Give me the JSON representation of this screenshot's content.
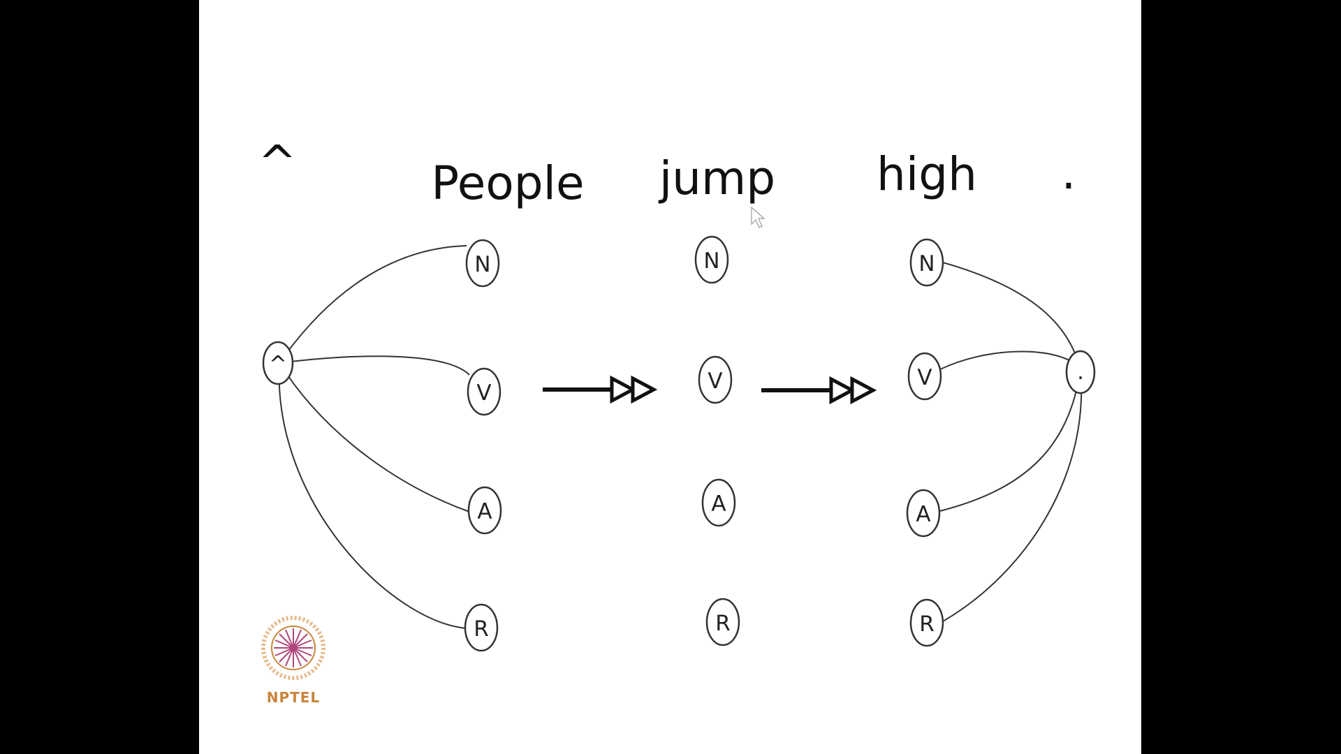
{
  "sentence": {
    "start": "^",
    "words": [
      "People",
      "jump",
      "high"
    ],
    "end": "."
  },
  "tags": [
    "N",
    "V",
    "A",
    "R"
  ],
  "start_node": "^",
  "end_node": ".",
  "colors": {
    "background": "#000000",
    "slide": "#ffffff",
    "ink": "#111111",
    "logo": "#c9853a"
  },
  "logo": {
    "text": "NPTEL"
  }
}
